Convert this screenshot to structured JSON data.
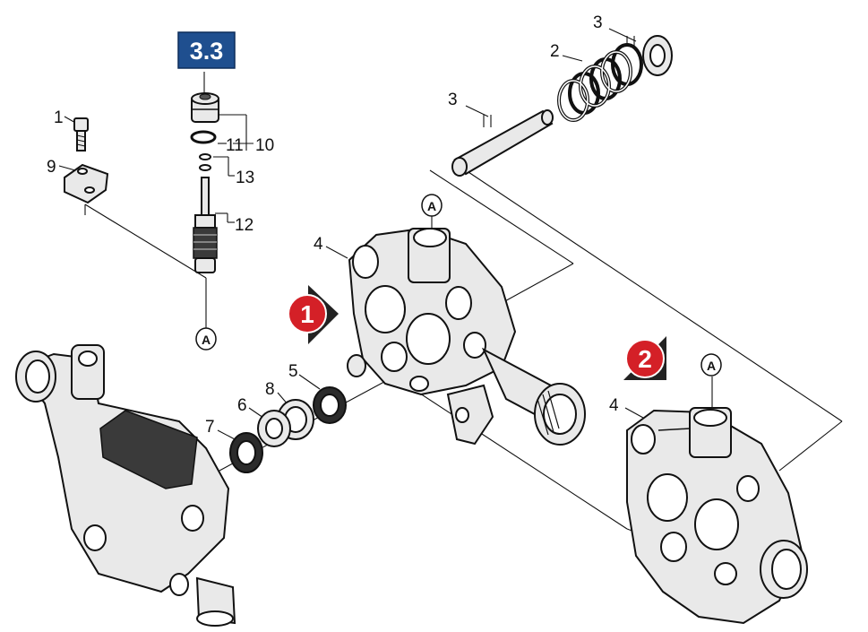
{
  "section_badge": {
    "label": "3.3",
    "color": "#1f4f8f"
  },
  "labels": {
    "p1": "1",
    "p2": "2",
    "p3a": "3",
    "p3b": "3",
    "p4a": "4",
    "p4b": "4",
    "p5": "5",
    "p6": "6",
    "p7": "7",
    "p8": "8",
    "p9": "9",
    "p10": "10",
    "p11": "11",
    "p12": "12",
    "p13": "13"
  },
  "ref_markers": {
    "a1": "A",
    "a2": "A",
    "a3": "A"
  },
  "step_markers": {
    "step1": {
      "label": "1",
      "color": "#d42027"
    },
    "step2": {
      "label": "2",
      "color": "#d42027"
    }
  }
}
